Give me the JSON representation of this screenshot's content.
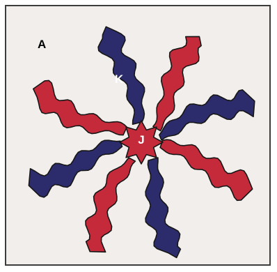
{
  "figure": {
    "panel_label": "A",
    "center_label": "J",
    "petal_label": "K"
  },
  "colors": {
    "background": "#f2eeeb",
    "red": "#c52a3b",
    "navy": "#2c2c6c",
    "outline": "#161616",
    "label": "#ffffff",
    "panel_label": "#000000"
  },
  "petals": [
    {
      "name": "petal-north-navy",
      "color": "navy"
    },
    {
      "name": "petal-north-northeast-red",
      "color": "red"
    },
    {
      "name": "petal-east-northeast-navy",
      "color": "navy"
    },
    {
      "name": "petal-east-southeast-red",
      "color": "red"
    },
    {
      "name": "petal-south-southeast-navy",
      "color": "navy"
    },
    {
      "name": "petal-south-southwest-red",
      "color": "red"
    },
    {
      "name": "petal-west-southwest-navy",
      "color": "navy"
    },
    {
      "name": "petal-west-northwest-red",
      "color": "red"
    }
  ]
}
